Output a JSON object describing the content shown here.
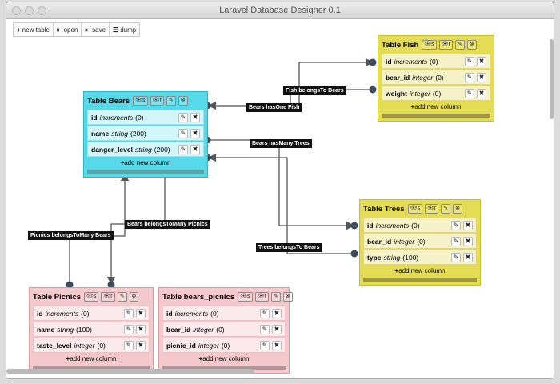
{
  "window": {
    "title": "Laravel Database Designer 0.1"
  },
  "toolbar": {
    "new_table": "new table",
    "open": "open",
    "save": "save",
    "dump": "dump"
  },
  "relations": {
    "fish_belongs_bears": "Fish belongsTo Bears",
    "bears_has_one_fish": "Bears hasOne Fish",
    "bears_has_many_trees": "Bears hasMany Trees",
    "trees_belongs_bears": "Trees belongsTo Bears",
    "picnics_btm_bears": "Picnics belongsToMany Bears",
    "bears_btm_picnics": "Bears belongsToMany Picnics"
  },
  "table_buttons": {
    "s": "s",
    "r": "r"
  },
  "add_column": "add new column",
  "tables": {
    "bears": {
      "name": "Table Bears",
      "columns": [
        {
          "name": "id",
          "type": "increments",
          "extra": "(0)"
        },
        {
          "name": "name",
          "type": "string",
          "extra": "(200)"
        },
        {
          "name": "danger_level",
          "type": "string",
          "extra": "(200)"
        }
      ]
    },
    "fish": {
      "name": "Table Fish",
      "columns": [
        {
          "name": "id",
          "type": "increments",
          "extra": "(0)"
        },
        {
          "name": "bear_id",
          "type": "integer",
          "extra": "(0)"
        },
        {
          "name": "weight",
          "type": "integer",
          "extra": "(0)"
        }
      ]
    },
    "trees": {
      "name": "Table Trees",
      "columns": [
        {
          "name": "id",
          "type": "increments",
          "extra": "(0)"
        },
        {
          "name": "bear_id",
          "type": "integer",
          "extra": "(0)"
        },
        {
          "name": "type",
          "type": "string",
          "extra": "(100)"
        }
      ]
    },
    "picnics": {
      "name": "Table Picnics",
      "columns": [
        {
          "name": "id",
          "type": "increments",
          "extra": "(0)"
        },
        {
          "name": "name",
          "type": "string",
          "extra": "(100)"
        },
        {
          "name": "taste_level",
          "type": "integer",
          "extra": "(0)"
        }
      ]
    },
    "bears_picnics": {
      "name": "Table bears_picnics",
      "columns": [
        {
          "name": "id",
          "type": "increments",
          "extra": "(0)"
        },
        {
          "name": "bear_id",
          "type": "integer",
          "extra": "(0)"
        },
        {
          "name": "picnic_id",
          "type": "integer",
          "extra": "(0)"
        }
      ]
    }
  },
  "icons": {
    "plus": "+",
    "open": "⇤",
    "save": "⇤",
    "dump": "☰",
    "eye": "👁",
    "edit": "✎",
    "delete": "✖",
    "remove": "⊗"
  },
  "colors": {
    "bears": "#56d9e8",
    "fish_trees": "#e5dc55",
    "picnics": "#f4c9cd",
    "connector": "#3b4a5e"
  }
}
